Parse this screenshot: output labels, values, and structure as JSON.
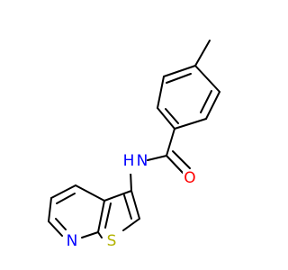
{
  "molecule": {
    "atoms": {
      "n_amide": {
        "text": "N",
        "color": "#0000FF"
      },
      "h_amide": {
        "text": "H",
        "color": "#0000FF"
      },
      "o_carbonyl": {
        "text": "O",
        "color": "#FF0000"
      },
      "n_pyridine": {
        "text": "N",
        "color": "#0000FF"
      },
      "s_thiophene": {
        "text": "S",
        "color": "#B2B200"
      }
    },
    "bond_color": "#000000"
  }
}
